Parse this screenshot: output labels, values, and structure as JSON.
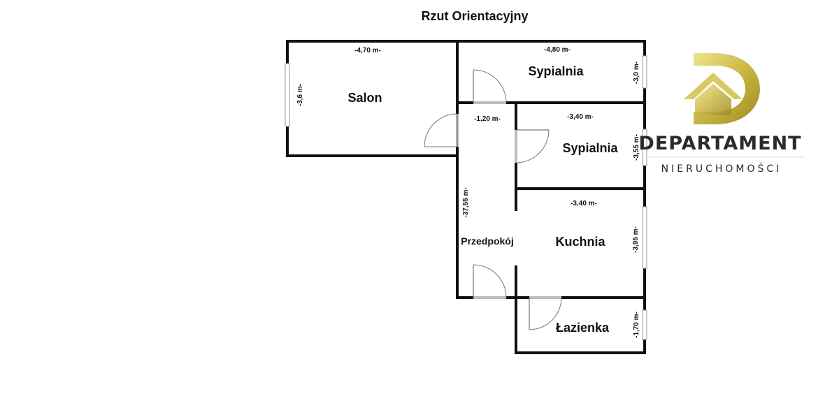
{
  "title": "Rzut Orientacyjny",
  "rooms": {
    "salon": "Salon",
    "sypialnia_1": "Sypialnia",
    "sypialnia_2": "Sypialnia",
    "przedpokoj": "Przedpokój",
    "kuchnia": "Kuchnia",
    "lazienka": "Łazienka"
  },
  "dimensions": {
    "salon_width": "-4,70 m-",
    "salon_height": "-3,6 m-",
    "sypialnia_1_width": "-4,80 m-",
    "sypialnia_1_height": "-3,0 m-",
    "przedpokoj_width": "-1,20 m-",
    "przedpokoj_length": "-37,55 m-",
    "sypialnia_2_width": "-3,40 m-",
    "sypialnia_2_height": "-3,55 m-",
    "kuchnia_width": "-3,40 m-",
    "kuchnia_height": "-3,95 m-",
    "lazienka_height": "-1,70 m-"
  },
  "brand": {
    "name": "DEPARTAMENT",
    "subtitle": "NIERUCHOMOŚCI",
    "gold": "#b9a535",
    "gold_light": "#e3d67a",
    "text_color": "#2b2b2b"
  },
  "icons": {
    "logo": "gold-d-house-logo"
  }
}
